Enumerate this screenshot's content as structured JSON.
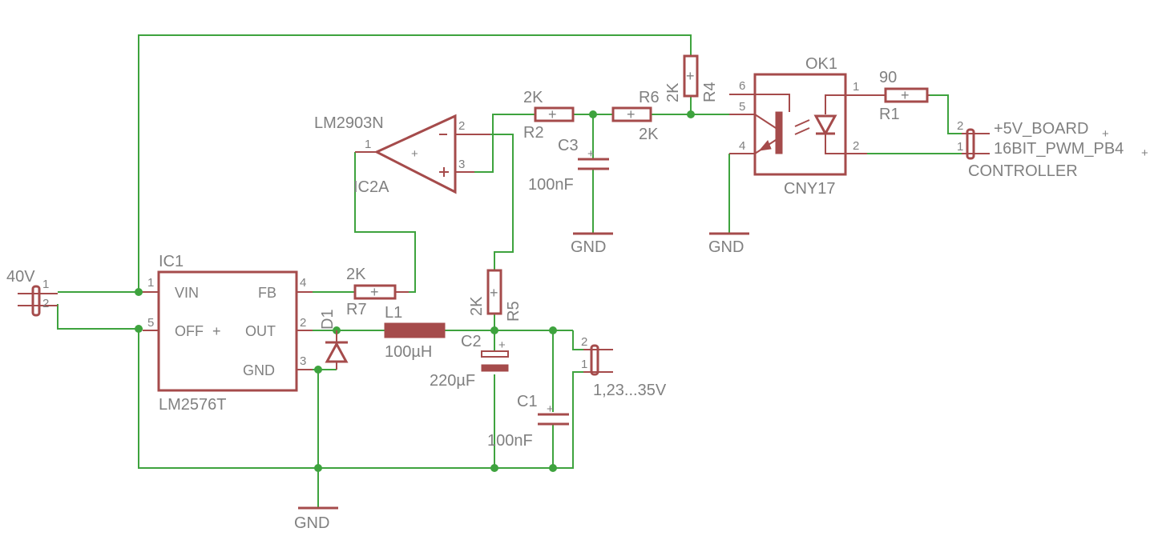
{
  "colors": {
    "symbol": "#a54b4b",
    "wire": "#3ea33e",
    "label": "#808080",
    "background": "#ffffff"
  },
  "labels": {
    "ic1_name": "IC1",
    "ic1_value": "LM2576T",
    "ic1_vin": "VIN",
    "ic1_off": "OFF",
    "ic1_fb": "FB",
    "ic1_out": "OUT",
    "ic1_gnd": "GND",
    "ic2_value": "LM2903N",
    "ic2_name": "IC2A",
    "ok1_name": "OK1",
    "ok1_value": "CNY17",
    "r1_name": "R1",
    "r1_value": "90",
    "r2_name": "R2",
    "r2_value": "2K",
    "r4_name": "R4",
    "r4_value": "2K",
    "r5_name": "R5",
    "r5_value": "2K",
    "r6_name": "R6",
    "r6_value": "2K",
    "r7_name": "R7",
    "r7_value": "2K",
    "l1_name": "L1",
    "l1_value": "100µH",
    "c1_name": "C1",
    "c1_value": "100nF",
    "c2_name": "C2",
    "c2_value": "220µF",
    "c3_name": "C3",
    "c3_value": "100nF",
    "d1_name": "D1",
    "in_conn": "40V",
    "out_conn": "1,23...35V",
    "ctrl_net1": "+5V_BOARD",
    "ctrl_net2": "16BIT_PWM_PB4",
    "ctrl_name": "CONTROLLER",
    "gnd1": "GND",
    "gnd2": "GND",
    "gnd3": "GND",
    "plus": "+"
  },
  "pins": {
    "one": "1",
    "two": "2",
    "three": "3",
    "four": "4",
    "five": "5",
    "six": "6"
  }
}
